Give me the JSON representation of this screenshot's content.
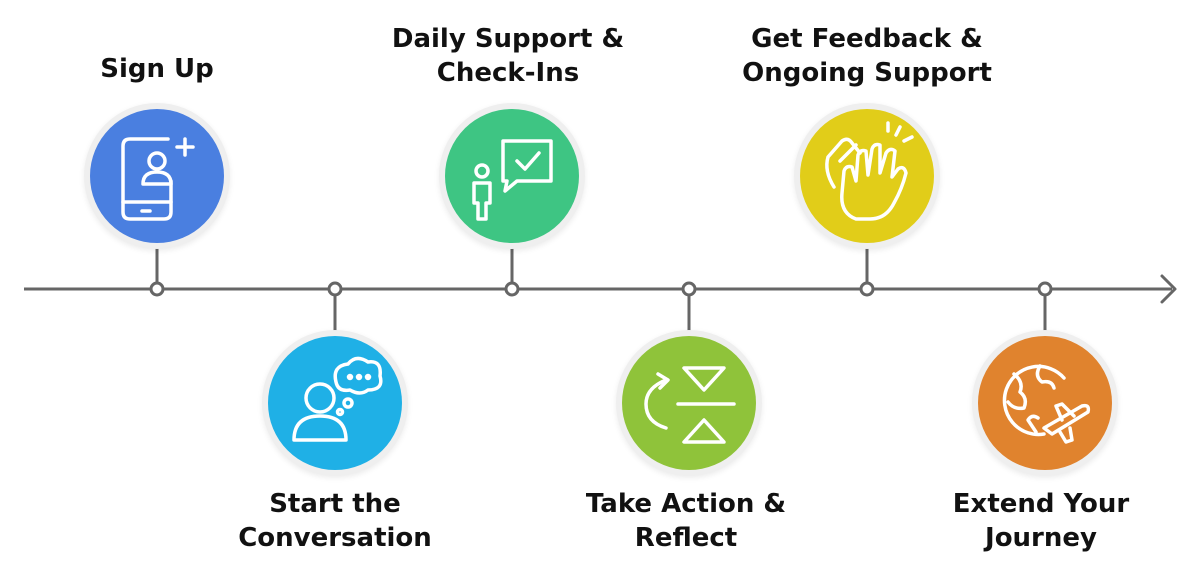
{
  "diagram": {
    "steps": [
      {
        "lines": [
          "Sign Up"
        ],
        "icon": "phone-add-user-icon",
        "color": "#4a7fe0"
      },
      {
        "lines": [
          "Start the",
          "Conversation"
        ],
        "icon": "person-thought-bubble-icon",
        "color": "#1fb0e6"
      },
      {
        "lines": [
          "Daily Support &",
          "Check-Ins"
        ],
        "icon": "person-chat-check-icon",
        "color": "#3ec583"
      },
      {
        "lines": [
          "Take Action &",
          "Reflect"
        ],
        "icon": "reflect-arrows-icon",
        "color": "#8fc33a"
      },
      {
        "lines": [
          "Get Feedback &",
          "Ongoing Support"
        ],
        "icon": "clapping-hands-icon",
        "color": "#e1cd19"
      },
      {
        "lines": [
          "Extend Your",
          "Journey"
        ],
        "icon": "globe-airplane-icon",
        "color": "#e0832e"
      }
    ],
    "line_color": "#666666"
  }
}
